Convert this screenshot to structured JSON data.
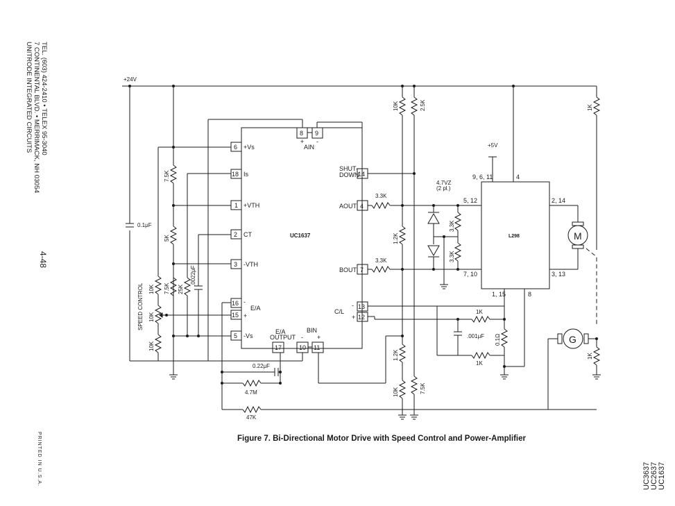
{
  "sidebar": {
    "company": "UNITRODE INTEGRATED CIRCUITS",
    "address": "7 CONTINENTAL BLVD. • MERRIMACK, NH 03054",
    "phone": "TEL. (603) 424-2410 • TELEX 95-3040",
    "page_number": "4-48",
    "printed": "PRINTED IN U.S.A."
  },
  "part_numbers": [
    "UC1637",
    "UC2637",
    "UC3637"
  ],
  "caption": "Figure 7. Bi-Directional Motor Drive with Speed Control and Power-Amplifier",
  "schematic": {
    "supply_24v": "+24V",
    "supply_5v": "+5V",
    "speed_control": "SPEED CONTROL",
    "ic1": {
      "name": "UC1637",
      "pins": {
        "p6": "6",
        "p18": "18",
        "p1": "1",
        "p2": "2",
        "p3": "3",
        "p16": "16",
        "p15": "15",
        "p5": "5",
        "p8": "8",
        "p9": "9",
        "p14": "14",
        "p4": "4",
        "p7": "7",
        "p13": "13",
        "p12": "12",
        "p17": "17",
        "p10": "10",
        "p11": "11"
      },
      "labels": {
        "vs_pos": "+Vs",
        "is": "Is",
        "vth_pos": "+VTH",
        "ct": "CT",
        "vth_neg": "-VTH",
        "ea": "E/A",
        "vs_neg": "-Vs",
        "ain": "AIN",
        "shutdown1": "SHUT-",
        "shutdown2": "DOWN",
        "aout": "AOUT",
        "bout": "BOUT",
        "cl": "C/L",
        "ea_output1": "E/A",
        "ea_output2": "OUTPUT",
        "bin": "BIN",
        "minus": "-",
        "plus": "+"
      }
    },
    "ic2": {
      "name": "L298",
      "pins": {
        "p9611": "9, 6, 11",
        "p4": "4",
        "p512": "5, 12",
        "p214": "2, 14",
        "p710": "7, 10",
        "p313": "3, 13",
        "p115": "1, 15",
        "p8": "8"
      }
    },
    "components": {
      "r_10k_a": "10K",
      "r_2_5k": "2.5K",
      "r_1k_top": "1K",
      "zener": "4.7VZ",
      "zener_count": "(2 pl.)",
      "r_3_3k_a": "3.3K",
      "r_3_3k_b": "3.3K",
      "r_3_3k_c": "3.3K",
      "r_3_3k_d": "3.3K",
      "r_7_5k_a": "7.5K",
      "r_5k": "5K",
      "r_7_5k_b": "7.5K",
      "r_25k": "25K",
      "c_0022": ".0022μF",
      "r_10k_b": "10K",
      "r_10k_c": "10K",
      "r_10k_d": "10K",
      "c_01": "0.1μF",
      "r_1_2k_a": "1.2K",
      "r_1_2k_b": "1.2K",
      "r_1k_a": "1K",
      "r_1k_b": "1K",
      "r_0_1": "0.1Ω",
      "c_001": ".001μF",
      "r_1k_g": "1K",
      "c_022": "0.22μF",
      "r_4_7m": "4.7M",
      "r_47k": "47K",
      "r_10k_e": "10K",
      "r_7_5k_c": "7.5K",
      "motor": "M",
      "generator": "G"
    }
  }
}
